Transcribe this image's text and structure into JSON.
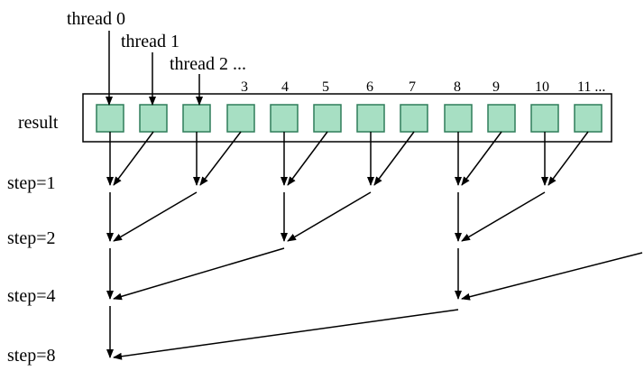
{
  "thread_labels": [
    "thread 0",
    "thread 1",
    "thread 2 ..."
  ],
  "result_label": "result",
  "indices": [
    "3",
    "4",
    "5",
    "6",
    "7",
    "8",
    "9",
    "10",
    "11 ..."
  ],
  "step_labels": [
    "step=1",
    "step=2",
    "step=4",
    "step=8"
  ],
  "cell_count": 12,
  "colors": {
    "cell_fill": "#a7dfc3",
    "cell_stroke": "#2f7d5a",
    "line": "#000000"
  }
}
